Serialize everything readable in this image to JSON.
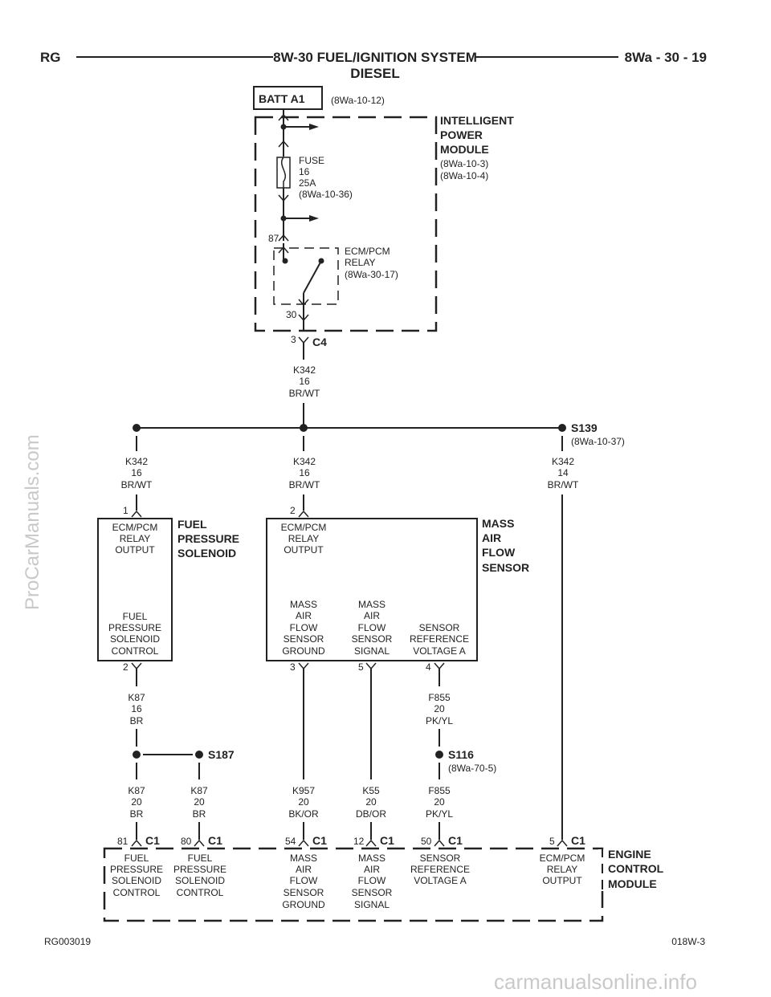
{
  "header": {
    "left": "RG",
    "title": "8W-30 FUEL/IGNITION SYSTEM",
    "subtitle": "DIESEL",
    "right": "8Wa - 30 - 19"
  },
  "batt": {
    "label": "BATT A1",
    "ref": "(8Wa-10-12)"
  },
  "ipm": {
    "l1": "INTELLIGENT",
    "l2": "POWER",
    "l3": "MODULE",
    "ref1": "(8Wa-10-3)",
    "ref2": "(8Wa-10-4)",
    "fuse": {
      "l1": "FUSE",
      "l2": "16",
      "l3": "25A",
      "ref": "(8Wa-10-36)"
    },
    "relay": {
      "l1": "ECM/PCM",
      "l2": "RELAY",
      "ref": "(8Wa-30-17)",
      "pin87": "87",
      "pin30": "30"
    },
    "conn_pin": "3",
    "conn": "C4"
  },
  "wire_top": {
    "circuit": "K342",
    "gauge": "16",
    "color": "BR/WT"
  },
  "s139": {
    "label": "S139",
    "ref": "(8Wa-10-37)"
  },
  "wire_left": {
    "circuit": "K342",
    "gauge": "16",
    "color": "BR/WT"
  },
  "wire_mid": {
    "circuit": "K342",
    "gauge": "16",
    "color": "BR/WT"
  },
  "wire_right": {
    "circuit": "K342",
    "gauge": "14",
    "color": "BR/WT"
  },
  "fps": {
    "name1": "FUEL",
    "name2": "PRESSURE",
    "name3": "SOLENOID",
    "pin1": "1",
    "pin2": "2",
    "in1": "ECM/PCM",
    "in2": "RELAY",
    "in3": "OUTPUT",
    "out1": "FUEL",
    "out2": "PRESSURE",
    "out3": "SOLENOID",
    "out4": "CONTROL"
  },
  "maf": {
    "name1": "MASS",
    "name2": "AIR",
    "name3": "FLOW",
    "name4": "SENSOR",
    "pin2": "2",
    "pin3": "3",
    "pin5": "5",
    "pin4": "4",
    "in1": "ECM/PCM",
    "in2": "RELAY",
    "in3": "OUTPUT",
    "g1": "MASS",
    "g2": "AIR",
    "g3": "FLOW",
    "g4": "SENSOR",
    "g5": "GROUND",
    "s1": "MASS",
    "s2": "AIR",
    "s3": "FLOW",
    "s4": "SENSOR",
    "s5": "SIGNAL",
    "r1": "SENSOR",
    "r2": "REFERENCE",
    "r3": "VOLTAGE A"
  },
  "w_k87_16": {
    "circuit": "K87",
    "gauge": "16",
    "color": "BR"
  },
  "w_f855_top": {
    "circuit": "F855",
    "gauge": "20",
    "color": "PK/YL"
  },
  "s187": {
    "label": "S187"
  },
  "s116": {
    "label": "S116",
    "ref": "(8Wa-70-5)"
  },
  "w_k87_a": {
    "circuit": "K87",
    "gauge": "20",
    "color": "BR"
  },
  "w_k87_b": {
    "circuit": "K87",
    "gauge": "20",
    "color": "BR"
  },
  "w_k957": {
    "circuit": "K957",
    "gauge": "20",
    "color": "BK/OR"
  },
  "w_k55": {
    "circuit": "K55",
    "gauge": "20",
    "color": "DB/OR"
  },
  "w_f855_bot": {
    "circuit": "F855",
    "gauge": "20",
    "color": "PK/YL"
  },
  "ecm": {
    "name1": "ENGINE",
    "name2": "CONTROL",
    "name3": "MODULE",
    "p81": "81",
    "p80": "80",
    "p54": "54",
    "p12": "12",
    "p50": "50",
    "p5": "5",
    "conn": "C1",
    "a1": "FUEL",
    "a2": "PRESSURE",
    "a3": "SOLENOID",
    "a4": "CONTROL",
    "b1": "FUEL",
    "b2": "PRESSURE",
    "b3": "SOLENOID",
    "b4": "CONTROL",
    "c1": "MASS",
    "c2": "AIR",
    "c3": "FLOW",
    "c4": "SENSOR",
    "c5": "GROUND",
    "d1": "MASS",
    "d2": "AIR",
    "d3": "FLOW",
    "d4": "SENSOR",
    "d5": "SIGNAL",
    "e1": "SENSOR",
    "e2": "REFERENCE",
    "e3": "VOLTAGE A",
    "f1": "ECM/PCM",
    "f2": "RELAY",
    "f3": "OUTPUT"
  },
  "footer": {
    "left": "RG003019",
    "right": "018W-3"
  },
  "watermark": {
    "side": "ProCarManuals.com",
    "bottom": "carmanualsonline.info"
  }
}
